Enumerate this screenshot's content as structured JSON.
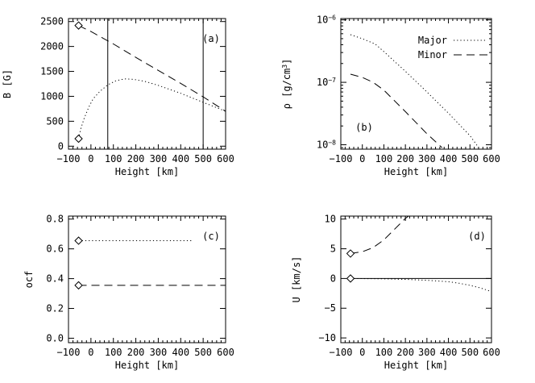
{
  "chart_data": [
    {
      "panel": "(a)",
      "type": "line",
      "xlabel": "Height [km]",
      "ylabel": "B [G]",
      "xlim": [
        -100,
        600
      ],
      "ylim": [
        -60,
        2560
      ],
      "yscale": "linear",
      "xticks": [
        -100,
        0,
        100,
        200,
        300,
        400,
        500,
        600
      ],
      "xtick_labels": [
        "−100",
        "0",
        "100",
        "200",
        "300",
        "400",
        "500",
        "600"
      ],
      "yticks": [
        0,
        500,
        1000,
        1500,
        2000,
        2500
      ],
      "ytick_labels": [
        "0",
        "500",
        "1000",
        "1500",
        "2000",
        "2500"
      ],
      "vlines": [
        75,
        500
      ],
      "series": [
        {
          "style": "dashed",
          "x": [
            -55,
            0,
            100,
            200,
            300,
            400,
            500,
            600
          ],
          "y": [
            2420,
            2300,
            2050,
            1780,
            1520,
            1260,
            990,
            700
          ]
        },
        {
          "style": "dotted",
          "x": [
            -55,
            -45,
            -30,
            -10,
            10,
            40,
            75,
            110,
            150,
            190,
            240,
            300,
            350,
            400,
            450,
            500,
            550,
            600
          ],
          "y": [
            150,
            350,
            560,
            780,
            950,
            1100,
            1230,
            1310,
            1350,
            1340,
            1300,
            1220,
            1140,
            1060,
            970,
            880,
            790,
            700
          ]
        }
      ],
      "markers": [
        {
          "shape": "diamond",
          "x": -55,
          "y": 2420
        },
        {
          "shape": "diamond",
          "x": -55,
          "y": 150
        }
      ]
    },
    {
      "panel": "(b)",
      "type": "line",
      "xlabel": "Height [km]",
      "ylabel": "ρ [g/cm³]",
      "xlim": [
        -100,
        600
      ],
      "ylim": [
        8.5e-09,
        1.05e-06
      ],
      "yscale": "log",
      "xticks": [
        -100,
        0,
        100,
        200,
        300,
        400,
        500,
        600
      ],
      "xtick_labels": [
        "−100",
        "0",
        "100",
        "200",
        "300",
        "400",
        "500",
        "600"
      ],
      "yticks": [
        1e-08,
        1e-07,
        1e-06
      ],
      "ytick_labels": [
        "10⁻⁸",
        "10⁻⁷",
        "10⁻⁶"
      ],
      "legend": {
        "position": "top-right"
      },
      "series": [
        {
          "name": "Major",
          "style": "dotted",
          "x": [
            -55,
            0,
            60,
            100,
            200,
            300,
            400,
            500,
            540
          ],
          "y": [
            5.8e-07,
            5e-07,
            4.1e-07,
            3.1e-07,
            1.5e-07,
            7e-08,
            3.2e-08,
            1.4e-08,
            9e-09
          ]
        },
        {
          "name": "Minor",
          "style": "dashed",
          "x": [
            -55,
            0,
            50,
            100,
            200,
            300,
            370
          ],
          "y": [
            1.35e-07,
            1.2e-07,
            1e-07,
            7.5e-08,
            3.4e-08,
            1.5e-08,
            9e-09
          ]
        }
      ]
    },
    {
      "panel": "(c)",
      "type": "line",
      "xlabel": "Height [km]",
      "ylabel": "ocf",
      "xlim": [
        -100,
        600
      ],
      "ylim": [
        -0.03,
        0.82
      ],
      "yscale": "linear",
      "xticks": [
        -100,
        0,
        100,
        200,
        300,
        400,
        500,
        600
      ],
      "xtick_labels": [
        "−100",
        "0",
        "100",
        "200",
        "300",
        "400",
        "500",
        "600"
      ],
      "yticks": [
        0,
        0.2,
        0.4,
        0.6,
        0.8
      ],
      "ytick_labels": [
        "0.0",
        "0.2",
        "0.4",
        "0.6",
        "0.8"
      ],
      "series": [
        {
          "style": "dotted",
          "x": [
            -55,
            450
          ],
          "y": [
            0.655,
            0.655
          ]
        },
        {
          "style": "dashed",
          "x": [
            -55,
            600
          ],
          "y": [
            0.355,
            0.355
          ]
        }
      ],
      "markers": [
        {
          "shape": "diamond",
          "x": -55,
          "y": 0.655
        },
        {
          "shape": "diamond",
          "x": -55,
          "y": 0.355
        }
      ]
    },
    {
      "panel": "(d)",
      "type": "line",
      "xlabel": "Height [km]",
      "ylabel": "U [km/s]",
      "xlim": [
        -100,
        600
      ],
      "ylim": [
        -10.8,
        10.5
      ],
      "yscale": "linear",
      "xticks": [
        -100,
        0,
        100,
        200,
        300,
        400,
        500,
        600
      ],
      "xtick_labels": [
        "−100",
        "0",
        "100",
        "200",
        "300",
        "400",
        "500",
        "600"
      ],
      "yticks": [
        -10,
        -5,
        0,
        5,
        10
      ],
      "ytick_labels": [
        "−10",
        "−5",
        "0",
        "5",
        "10"
      ],
      "series": [
        {
          "style": "dashed",
          "x": [
            -55,
            0,
            50,
            100,
            150,
            200,
            215
          ],
          "y": [
            4.2,
            4.5,
            5.2,
            6.5,
            8.3,
            10.1,
            10.5
          ]
        },
        {
          "style": "dotted",
          "x": [
            -55,
            100,
            200,
            300,
            400,
            450,
            500,
            550,
            600
          ],
          "y": [
            0,
            -0.05,
            -0.15,
            -0.3,
            -0.55,
            -0.8,
            -1.15,
            -1.6,
            -2.2
          ]
        },
        {
          "style": "solid",
          "x": [
            -55,
            600
          ],
          "y": [
            0,
            0
          ]
        }
      ],
      "markers": [
        {
          "shape": "diamond",
          "x": -55,
          "y": 4.2
        },
        {
          "shape": "diamond",
          "x": -55,
          "y": 0
        }
      ]
    }
  ]
}
